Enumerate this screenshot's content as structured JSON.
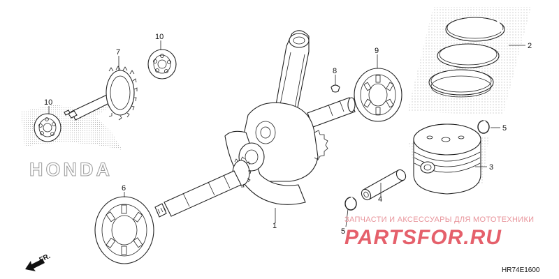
{
  "callouts": [
    {
      "id": "c1",
      "label": "1"
    },
    {
      "id": "c2",
      "label": "2"
    },
    {
      "id": "c3",
      "label": "3"
    },
    {
      "id": "c4",
      "label": "4"
    },
    {
      "id": "c5a",
      "label": "5"
    },
    {
      "id": "c5b",
      "label": "5"
    },
    {
      "id": "c6",
      "label": "6"
    },
    {
      "id": "c7",
      "label": "7"
    },
    {
      "id": "c8",
      "label": "8"
    },
    {
      "id": "c9",
      "label": "9"
    },
    {
      "id": "c10a",
      "label": "10"
    },
    {
      "id": "c10b",
      "label": "10"
    }
  ],
  "direction_label": "FR.",
  "diagram_code": "HR74E1600",
  "logo_text": "HONDA",
  "watermark": {
    "tagline": "ЗАПЧАСТИ И АКСЕССУАРЫ ДЛЯ МОТОТЕХНИКИ",
    "brand": "PARTSFOR.RU"
  },
  "colors": {
    "watermark_brand": "#e5606b",
    "watermark_tagline": "#e8939a",
    "logo_outline": "#9a9a9a",
    "line_art": "#222222"
  }
}
